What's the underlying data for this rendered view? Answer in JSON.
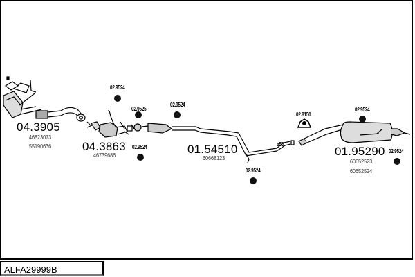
{
  "diagram": {
    "model_code": "ALFA29999B",
    "components": [
      {
        "id": "front-pipe-catalyst",
        "part_number": "04.3905",
        "oem_numbers": [
          "46823073",
          "55190636"
        ]
      },
      {
        "id": "catalyst",
        "part_number": "04.3863",
        "oem_numbers": [
          "46739686"
        ]
      },
      {
        "id": "middle-silencer",
        "part_number": "01.54510",
        "oem_numbers": [
          "60668123"
        ]
      },
      {
        "id": "rear-silencer",
        "part_number": "01.95290",
        "oem_numbers": [
          "60652523",
          "60652524"
        ]
      }
    ],
    "mounts": [
      {
        "id": "mount-1",
        "part_number": "02.9524"
      },
      {
        "id": "mount-2",
        "part_number": "02.9525"
      },
      {
        "id": "mount-3",
        "part_number": "02.9524"
      },
      {
        "id": "mount-4",
        "part_number": "02.9524"
      },
      {
        "id": "mount-5",
        "part_number": "02.9524"
      },
      {
        "id": "mount-6",
        "part_number": "02.8150"
      },
      {
        "id": "mount-7",
        "part_number": "02.9524"
      },
      {
        "id": "mount-8",
        "part_number": "02.9524"
      }
    ],
    "pipe_diameter_label": "ø50"
  }
}
